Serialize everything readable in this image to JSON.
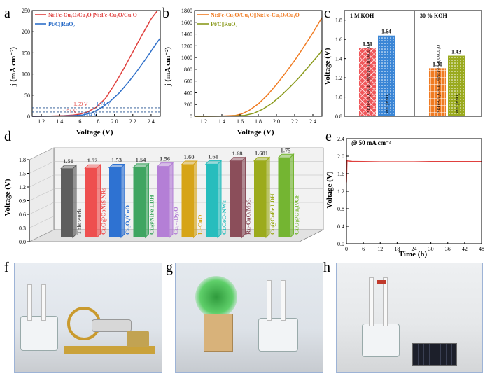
{
  "panel_letters": [
    "a",
    "b",
    "c",
    "d",
    "e",
    "f",
    "g",
    "h"
  ],
  "chart_data": [
    {
      "panel": "a",
      "type": "line",
      "xlabel": "Voltage (V)",
      "ylabel": "j (mA cm⁻²)",
      "xlim": [
        1.1,
        2.5
      ],
      "ylim": [
        0,
        250
      ],
      "xticks": [
        "1.2",
        "1.4",
        "1.6",
        "1.8",
        "2.0",
        "2.2",
        "2.4"
      ],
      "yticks": [
        "0",
        "50",
        "100",
        "150",
        "200",
        "250"
      ],
      "legend_position": "top-left",
      "series": [
        {
          "name": "Ni:Fe-Cu₂O/Cu₁O||Ni:Fe-Cu₂O/Cu₁O",
          "color": "#e0403e",
          "x": [
            1.1,
            1.3,
            1.45,
            1.55,
            1.62,
            1.7,
            1.8,
            1.9,
            2.0,
            2.1,
            2.2,
            2.3,
            2.4,
            2.47
          ],
          "y": [
            0,
            0.5,
            1.5,
            3,
            5,
            10,
            21,
            42,
            75,
            112,
            152,
            192,
            230,
            250
          ]
        },
        {
          "name": "Pt/C||RuO₂",
          "color": "#2e6fc9",
          "x": [
            1.1,
            1.4,
            1.55,
            1.65,
            1.75,
            1.85,
            1.95,
            2.05,
            2.15,
            2.25,
            2.35,
            2.45,
            2.5
          ],
          "y": [
            0,
            0.5,
            1.5,
            3,
            8,
            19,
            35,
            55,
            80,
            108,
            138,
            170,
            185
          ]
        }
      ],
      "annotations": [
        {
          "text": "1.51 V",
          "color": "#e0403e"
        },
        {
          "text": "1.69 V",
          "color": "#e0403e"
        },
        {
          "text": "1.64 V",
          "color": "#2e6fc9"
        },
        {
          "text": "1.74 V",
          "color": "#2e6fc9"
        }
      ],
      "reference_lines": [
        10,
        20
      ]
    },
    {
      "panel": "b",
      "type": "line",
      "xlabel": "Voltage (V)",
      "ylabel": "j (mA cm⁻²)",
      "xlim": [
        1.1,
        2.5
      ],
      "ylim": [
        0,
        1800
      ],
      "xticks": [
        "1.2",
        "1.4",
        "1.6",
        "1.8",
        "2.0",
        "2.2",
        "2.4"
      ],
      "yticks": [
        "0",
        "200",
        "400",
        "600",
        "800",
        "1000",
        "1200",
        "1400",
        "1600",
        "1800"
      ],
      "legend_position": "top-left",
      "series": [
        {
          "name": "Ni:Fe-Cu₂O/Cu₁O||Ni:Fe-Cu₂O/Cu₁O",
          "color": "#f07b22",
          "x": [
            1.1,
            1.4,
            1.55,
            1.62,
            1.7,
            1.8,
            1.9,
            2.0,
            2.1,
            2.2,
            2.3,
            2.4,
            2.5
          ],
          "y": [
            0,
            3,
            15,
            40,
            100,
            210,
            360,
            540,
            740,
            950,
            1180,
            1420,
            1680
          ]
        },
        {
          "name": "Pt/C||RuO₂",
          "color": "#8a9a1c",
          "x": [
            1.1,
            1.5,
            1.65,
            1.75,
            1.85,
            1.95,
            2.05,
            2.15,
            2.25,
            2.35,
            2.45,
            2.5
          ],
          "y": [
            0,
            3,
            15,
            50,
            120,
            220,
            350,
            500,
            660,
            840,
            1020,
            1120
          ]
        }
      ]
    },
    {
      "panel": "c",
      "type": "bar",
      "ylabel": "Voltage (V)",
      "ylim": [
        0.8,
        1.9
      ],
      "yticks": [
        "0.8",
        "1.0",
        "1.2",
        "1.4",
        "1.6",
        "1.8"
      ],
      "groups": [
        {
          "label": "1 M KOH",
          "bars": [
            {
              "label": "Ni:Fe-Cu₂O/Cu₁O||Ni:Fe-Cu₂O/Cu₁O",
              "value": 1.51,
              "value_label": "1.51",
              "color": "#f0575a",
              "hatch": "cross"
            },
            {
              "label": "Pt/C||RuO₂",
              "value": 1.64,
              "value_label": "1.64",
              "color": "#3b86d6",
              "hatch": "dots"
            }
          ]
        },
        {
          "label": "30 % KOH",
          "bars": [
            {
              "label": "Ni:Fe-Cu₂O/Cu₁O||Ni:Fe-Cu₂O/Cu₁O",
              "value": 1.3,
              "value_label": "1.30",
              "color": "#f07b22",
              "hatch": "grid"
            },
            {
              "label": "Pt/C||RuO₂",
              "value": 1.43,
              "value_label": "1.43",
              "color": "#9aaa1e",
              "hatch": "dots"
            }
          ]
        }
      ]
    },
    {
      "panel": "d",
      "type": "bar",
      "ylabel": "Voltage (V)",
      "ylim": [
        0,
        1.8
      ],
      "yticks": [
        "0.0",
        "0.3",
        "0.6",
        "0.9",
        "1.2",
        "1.5",
        "1.8"
      ],
      "categories": [
        "This work",
        "CuO@CoNiS NRs",
        "Co₃O₄/CuO",
        "Cu@NiFe LDH",
        "Cu₁₋ₓDyₓO",
        "Li-CuO",
        "CuCoO-NWs",
        "Ru-CuO/MoS₂",
        "Cu@CoFe LDH",
        "CuO@Cu₃P/CF"
      ],
      "values": [
        1.51,
        1.52,
        1.53,
        1.54,
        1.56,
        1.6,
        1.61,
        1.68,
        1.681,
        1.75
      ],
      "value_labels": [
        "1.51",
        "1.52",
        "1.53",
        "1.54",
        "1.56",
        "1.60",
        "1.61",
        "1.68",
        "1.681",
        "1.75"
      ],
      "colors": [
        "#5e5e5e",
        "#ee4f4f",
        "#2e72d2",
        "#3fa561",
        "#b47fd6",
        "#d6a417",
        "#27bdbd",
        "#8b4e5a",
        "#9cab1c",
        "#74b532"
      ]
    },
    {
      "panel": "e",
      "type": "line",
      "xlabel": "Time (h)",
      "ylabel": "Voltage (V)",
      "annotation": "@ 50 mA cm⁻²",
      "xlim": [
        0,
        48
      ],
      "ylim": [
        0,
        2.4
      ],
      "xticks": [
        "0",
        "6",
        "12",
        "18",
        "24",
        "30",
        "36",
        "42",
        "48"
      ],
      "yticks": [
        "0.0",
        "0.4",
        "0.8",
        "1.2",
        "1.6",
        "2.0",
        "2.4"
      ],
      "series": [
        {
          "color": "#e0403e",
          "x": [
            0,
            0.2,
            0.5,
            2,
            6,
            12,
            18,
            24,
            30,
            36,
            42,
            48
          ],
          "y": [
            1.4,
            1.9,
            1.89,
            1.88,
            1.875,
            1.87,
            1.87,
            1.87,
            1.875,
            1.875,
            1.875,
            1.875
          ]
        }
      ]
    }
  ]
}
